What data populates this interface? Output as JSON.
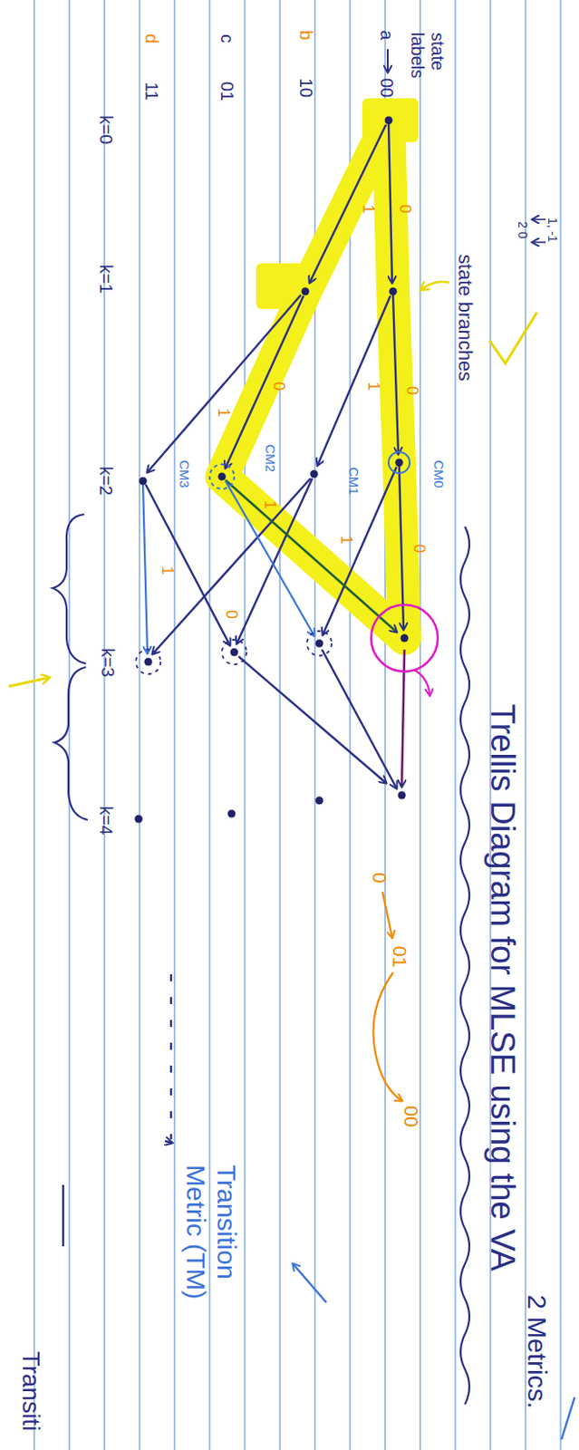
{
  "diagram": {
    "title": "Trellis Diagram for MLSE using the VA",
    "labels": [
      "state labels",
      "a",
      "00",
      "b",
      "10",
      "c",
      "01",
      "d",
      "11",
      "k=0",
      "k=1",
      "k=2",
      "k=3",
      "k=4",
      "1, -1",
      "2 0",
      "state branches",
      "0",
      "1",
      "0",
      "1",
      "0",
      "1",
      "0",
      "1",
      "1",
      "0",
      "1",
      "CM0",
      "CM1",
      "CM2",
      "CM3",
      "0",
      "01",
      "00",
      "2 Metrics.",
      "Transition Metric (TM)",
      "Transiti"
    ]
  }
}
